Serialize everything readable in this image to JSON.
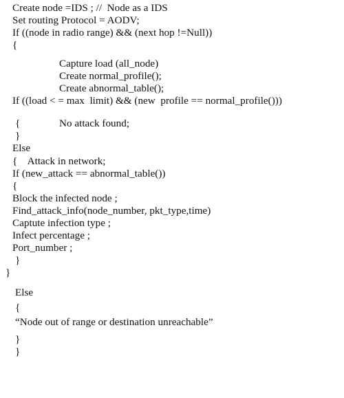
{
  "lines": [
    "Create node =IDS ; //  Node as a IDS",
    "Set routing Protocol = AODV;",
    "If ((node in radio range) && (next hop !=Null))",
    "{",
    "Capture load (all_node)",
    "Create normal_profile();",
    "Create abnormal_table();",
    "If ((load < = max  limit) && (new  profile == normal_profile()))",
    "{",
    "No attack found;",
    "}",
    "Else",
    "{    Attack in network;",
    "If (new_attack == abnormal_table())",
    "{",
    "Block the infected node ;",
    "Find_attack_info(node_number, pkt_type,time)",
    "Captute infection type ;",
    "Infect percentage ;",
    "Port_number ;",
    "}",
    "}",
    "Else",
    "{",
    "“Node out of range or destination unreachable”",
    "}",
    "}"
  ]
}
